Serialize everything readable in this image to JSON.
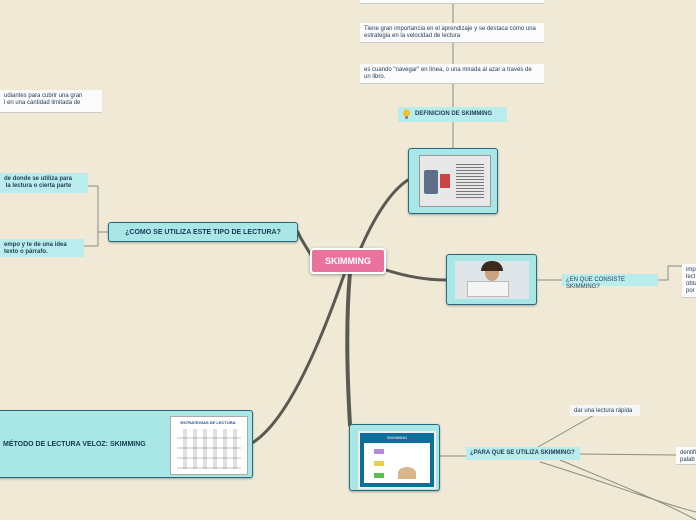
{
  "central": {
    "title": "SKIMMING"
  },
  "top_notes": {
    "note1": "Tiene gran importancia en el aprendizaje y se destaca como una estrategia en la velocidad de lectura",
    "note2": "es cuando \"navegar\" en línea, o una mirada al azar a través de un libro."
  },
  "definicion": {
    "label": "DEFINICION DE SKIMMING",
    "icon": "lightbulb-icon"
  },
  "left_notes": {
    "note1": "udiantes para cubrir una gran\nl en una cantidad limitada de",
    "note2": "de donde se utiliza para\n la lectura o cierta parte",
    "note3": "empo y te de una idea\ntexto o párrafo."
  },
  "como": {
    "label": "¿COMO SE UTILIZA ESTE TIPO DE LECTURA?"
  },
  "metodo": {
    "label": "MÉTODO DE LECTURA VELOZ: SKIMMING",
    "image_title": "ESTRATEGIAS DE LECTURA"
  },
  "consiste": {
    "label": "¿EN QUE CONSISTE SKIMMING?",
    "text": "imp\nlect\nobta\npor"
  },
  "para_que": {
    "label": "¿PARA QUE SE UTILIZA SKIMMING?",
    "item1": "dar una lectura rápida",
    "item2": "dentifi\npalab",
    "image_title": "SKIMMING"
  },
  "colors": {
    "central": "#e9739c",
    "topic": "#a9e6e6",
    "branch": "#5a5a52",
    "background": "#efe9d6"
  }
}
